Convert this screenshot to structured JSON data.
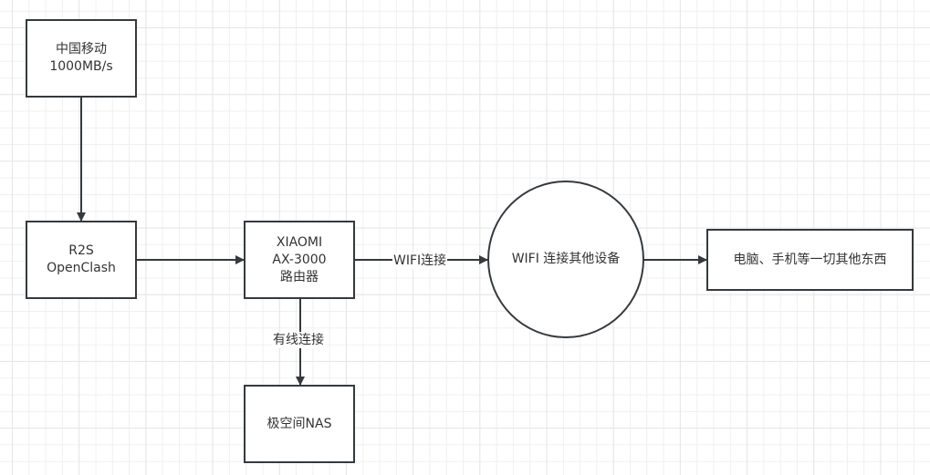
{
  "diagram": {
    "nodes": {
      "isp": {
        "line1": "中国移动",
        "line2": "1000MB/s"
      },
      "r2s": {
        "line1": "R2S",
        "line2": "OpenClash"
      },
      "router": {
        "line1": "XIAOMI",
        "line2": "AX-3000",
        "line3": "路由器"
      },
      "nas": {
        "label": "极空间NAS"
      },
      "wifi_hub": {
        "label": "WIFI 连接其他设备"
      },
      "devices": {
        "label": "电脑、手机等一切其他东西"
      }
    },
    "edges": [
      {
        "from": "isp",
        "to": "r2s",
        "label": ""
      },
      {
        "from": "r2s",
        "to": "router",
        "label": ""
      },
      {
        "from": "router",
        "to": "wifi_hub",
        "label": "WIFI连接"
      },
      {
        "from": "router",
        "to": "nas",
        "label": "有线连接"
      },
      {
        "from": "wifi_hub",
        "to": "devices",
        "label": ""
      }
    ],
    "colors": {
      "stroke": "#36393d",
      "text": "#333333",
      "grid": "#e6e6e6"
    }
  }
}
